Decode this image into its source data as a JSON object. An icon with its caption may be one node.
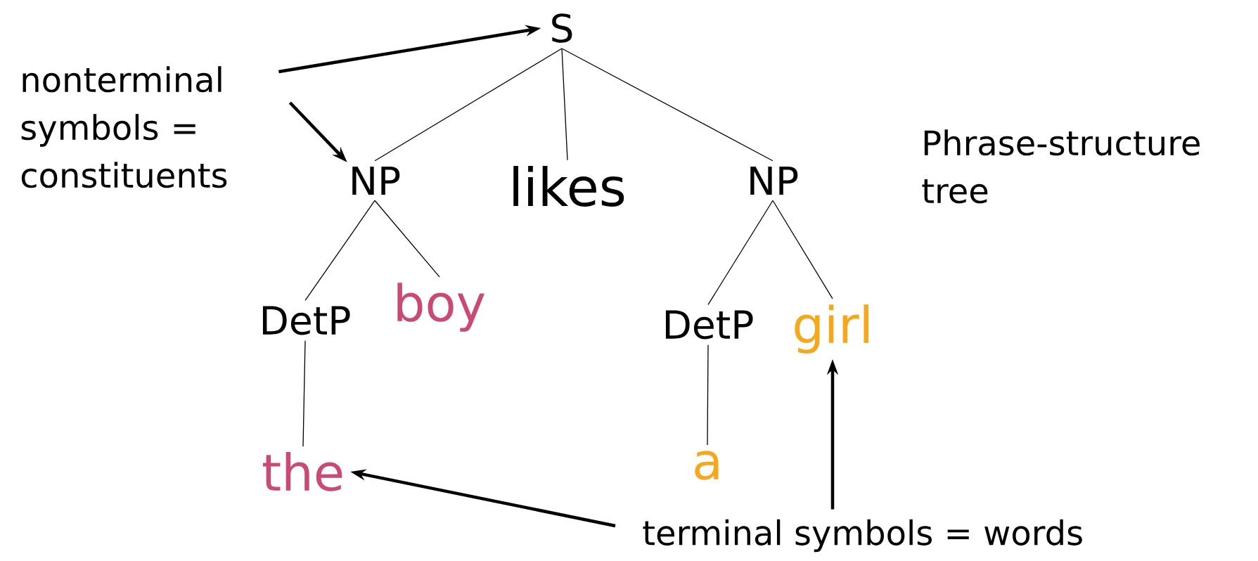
{
  "diagram": {
    "nodes": [
      {
        "text": [
          "nonterminal symbols = constituents"
        ]
      },
      {
        "text": [
          "S"
        ]
      },
      {
        "text": [
          "NP"
        ]
      },
      {
        "text": [
          "likes"
        ]
      },
      {
        "text": [
          "NP"
        ]
      },
      {
        "text": [
          "DetP"
        ]
      },
      {
        "text": [
          "boy"
        ]
      },
      {
        "text": [
          "DetP"
        ]
      },
      {
        "text": [
          "girl"
        ]
      },
      {
        "text": [
          "the"
        ]
      },
      {
        "text": [
          "a"
        ]
      },
      {
        "text": [
          "terminal symbols = words"
        ]
      }
    ],
    "edges": [
      {
        "from": 0,
        "to": 1,
        "arrow": "to",
        "style": "thick"
      },
      {
        "from": 0,
        "to": 2,
        "arrow": "to",
        "style": "thick"
      },
      {
        "from": 1,
        "to": 2,
        "arrow": "none"
      },
      {
        "from": 1,
        "to": 3,
        "arrow": "none"
      },
      {
        "from": 1,
        "to": 4,
        "arrow": "none"
      },
      {
        "from": 2,
        "to": 5,
        "arrow": "none"
      },
      {
        "from": 2,
        "to": 6,
        "arrow": "none"
      },
      {
        "from": 4,
        "to": 7,
        "arrow": "none"
      },
      {
        "from": 4,
        "to": 8,
        "arrow": "none"
      },
      {
        "from": 5,
        "to": 9,
        "arrow": "none"
      },
      {
        "from": 7,
        "to": 10,
        "arrow": "none"
      },
      {
        "from": 11,
        "to": 9,
        "arrow": "to",
        "style": "thick"
      },
      {
        "from": 11,
        "to": 8,
        "arrow": "to",
        "style": "thick"
      }
    ],
    "labels": [
      "Phrase-structure tree"
    ]
  }
}
